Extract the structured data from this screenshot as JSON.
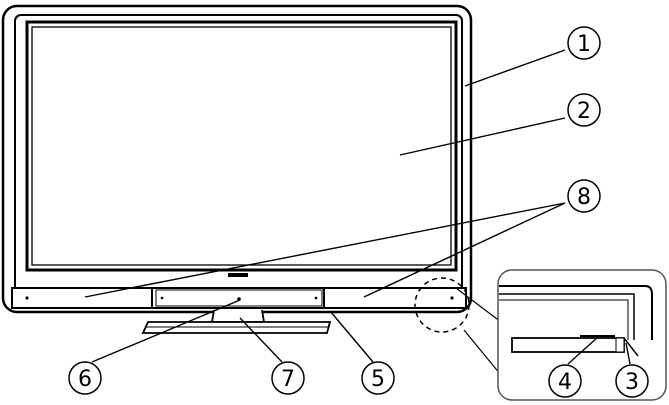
{
  "figure": {
    "brand_logo_text": "",
    "callouts": [
      {
        "id": "1",
        "glyph": "1"
      },
      {
        "id": "2",
        "glyph": "2"
      },
      {
        "id": "3",
        "glyph": "3"
      },
      {
        "id": "4",
        "glyph": "4"
      },
      {
        "id": "5",
        "glyph": "5"
      },
      {
        "id": "6",
        "glyph": "6"
      },
      {
        "id": "7",
        "glyph": "7"
      },
      {
        "id": "8",
        "glyph": "8"
      }
    ]
  },
  "colors": {
    "line": "#000000",
    "bezel_fill": "#ffffff",
    "screen_fill": "#ffffff",
    "zoom_outline": "#555555"
  }
}
